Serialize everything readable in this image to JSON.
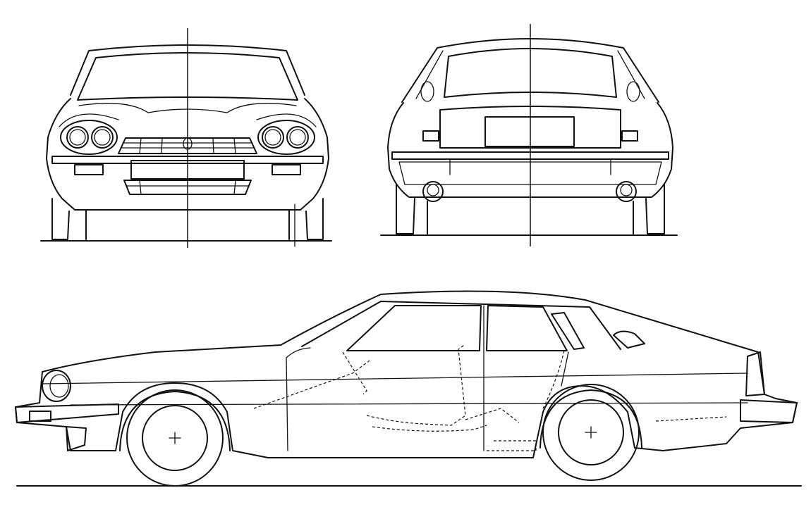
{
  "drawing": {
    "subject": "car-blueprint",
    "views": [
      "front",
      "rear",
      "side"
    ],
    "line_color": "#111111",
    "background": "#ffffff"
  }
}
